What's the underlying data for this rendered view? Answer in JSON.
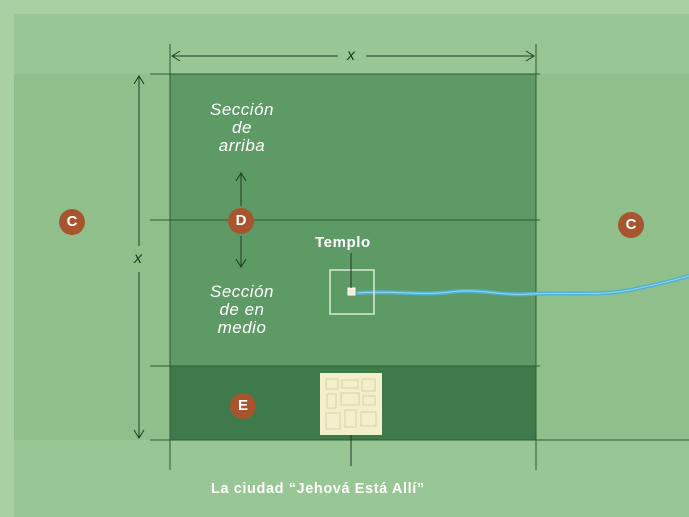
{
  "labels": {
    "dimension_x_top": "x",
    "dimension_x_left": "x",
    "upper_section": [
      "Sección",
      "de",
      "arriba"
    ],
    "middle_section": [
      "Sección",
      "de en",
      "medio"
    ],
    "temple": "Templo",
    "city": "La ciudad “Jehová Está Allí”"
  },
  "badges": {
    "left": "C",
    "right": "C",
    "center": "D",
    "lower": "E"
  },
  "colors": {
    "border": "#a9cfa4",
    "field": "#8fc08c",
    "central_square": "#5d9a66",
    "lower_strip": "#3f7a4b",
    "badge": "#a8552f",
    "river": "#4fb1d6",
    "city": "#f3efcc",
    "line": "#1f3b22"
  }
}
